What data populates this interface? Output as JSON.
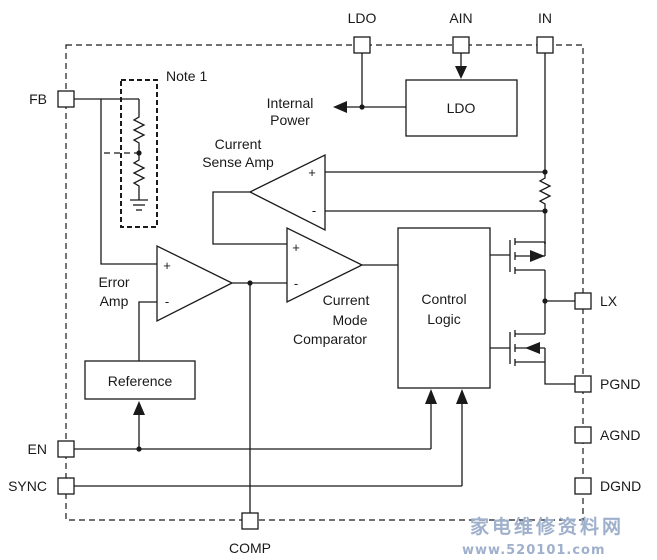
{
  "pins": {
    "ldo": "LDO",
    "ain": "AIN",
    "in": "IN",
    "fb": "FB",
    "lx": "LX",
    "pgnd": "PGND",
    "agnd": "AGND",
    "dgnd": "DGND",
    "en": "EN",
    "sync": "SYNC",
    "comp": "COMP"
  },
  "blocks": {
    "ldo": "LDO",
    "control_line1": "Control",
    "control_line2": "Logic",
    "reference": "Reference"
  },
  "labels": {
    "note1": "Note 1",
    "internal_power_line1": "Internal",
    "internal_power_line2": "Power",
    "current_sense_line1": "Current",
    "current_sense_line2": "Sense Amp",
    "error_amp_line1": "Error",
    "error_amp_line2": "Amp",
    "cmc_line1": "Current",
    "cmc_line2": "Mode",
    "cmc_line3": "Comparator"
  },
  "symbols": {
    "plus": "+",
    "minus": "-"
  },
  "watermark": {
    "line1": "家电维修资料网",
    "line2": "www.520101.com"
  }
}
